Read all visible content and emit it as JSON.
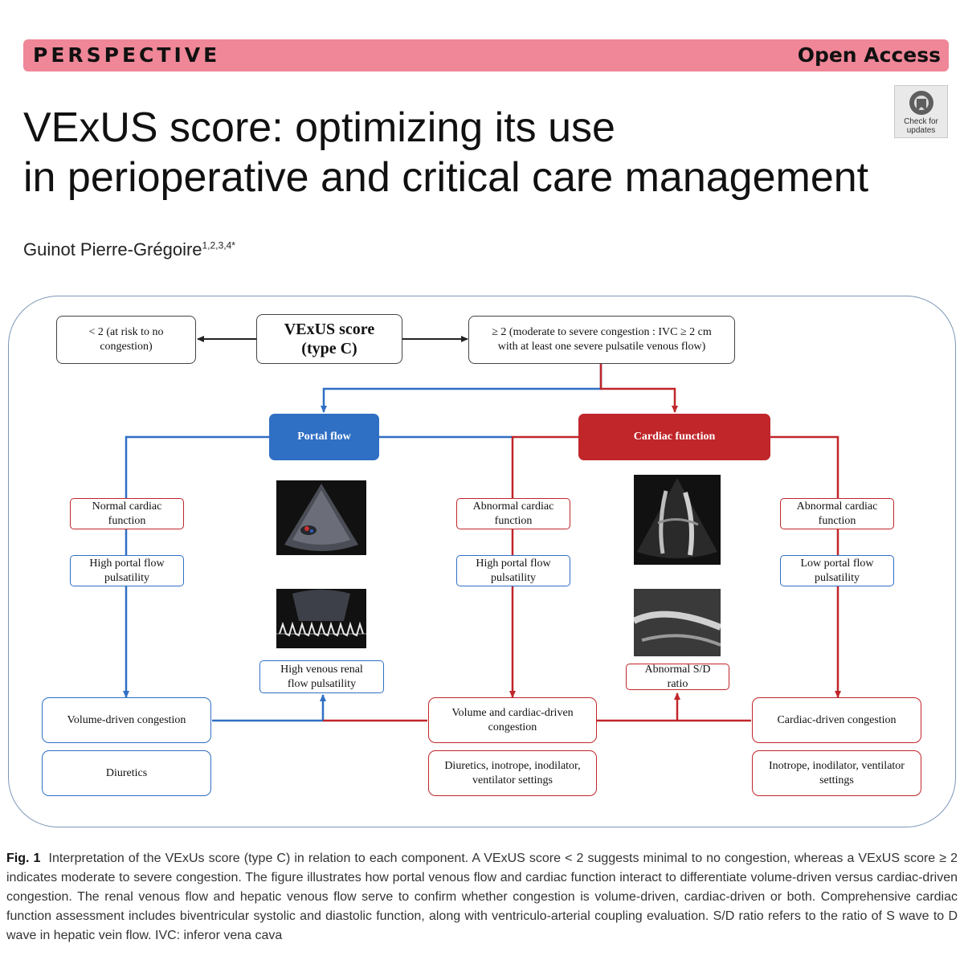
{
  "header": {
    "section_label": "PERSPECTIVE",
    "access_label": "Open Access",
    "banner_color": "#ef8798"
  },
  "article": {
    "title_line1": "VExUS score: optimizing its use",
    "title_line2": "in perioperative and critical care management",
    "author_name": "Guinot Pierre-Grégoire",
    "author_affiliations": "1,2,3,4*",
    "crossmark_label": "Check for\nupdates",
    "crossmark_icon": "crossmark-icon"
  },
  "figure": {
    "score_box": "VExUS score\n(type C)",
    "low_box": "< 2 (at risk to no\ncongestion)",
    "high_box": "≥ 2 (moderate to severe congestion : IVC ≥ 2 cm\nwith at least one severe pulsatile venous flow)",
    "portal_flow": "Portal flow",
    "cardiac_function": "Cardiac function",
    "col1_box1": "Normal  cardiac\nfunction",
    "col1_box2": "High portal flow\npulsatility",
    "col1_final": "Volume-driven congestion",
    "col1_treatment": "Diuretics",
    "col2_box": "High venous renal\nflow pulsatility",
    "col3_box1": "Abnormal cardiac\nfunction",
    "col3_box2": "High portal flow\npulsatility",
    "col3_final": "Volume and cardiac-driven\ncongestion",
    "col3_treatment": "Diuretics, inotrope, inodilator,\nventilator settings",
    "col4_box": "Abnormal S/D\nratio",
    "col5_box1": "Abnormal cardiac\nfunction",
    "col5_box2": "Low portal flow\npulsatility",
    "col5_final": "Cardiac-driven congestion",
    "col5_treatment": "Inotrope, inodilator, ventilator\nsettings",
    "colors": {
      "blue": "#2f6fc4",
      "red": "#c0262a",
      "frame": "#7d96b8"
    }
  },
  "caption": {
    "label": "Fig. 1",
    "text": "Interpretation of the VExUs score (type C) in relation to each component. A VExUS score < 2 suggests minimal to no congestion, whereas a VExUS score ≥ 2 indicates moderate to severe congestion. The figure illustrates how portal venous flow and cardiac function interact to differentiate volume-driven versus cardiac-driven congestion. The renal venous flow and hepatic venous flow serve to confirm whether congestion is volume-driven, cardiac-driven or both. Comprehensive cardiac function assessment includes biventricular systolic and diastolic function, along with ventriculo-arterial coupling evaluation. S/D ratio refers to the ratio of S wave to D wave in hepatic vein flow. IVC: inferor vena cava"
  }
}
